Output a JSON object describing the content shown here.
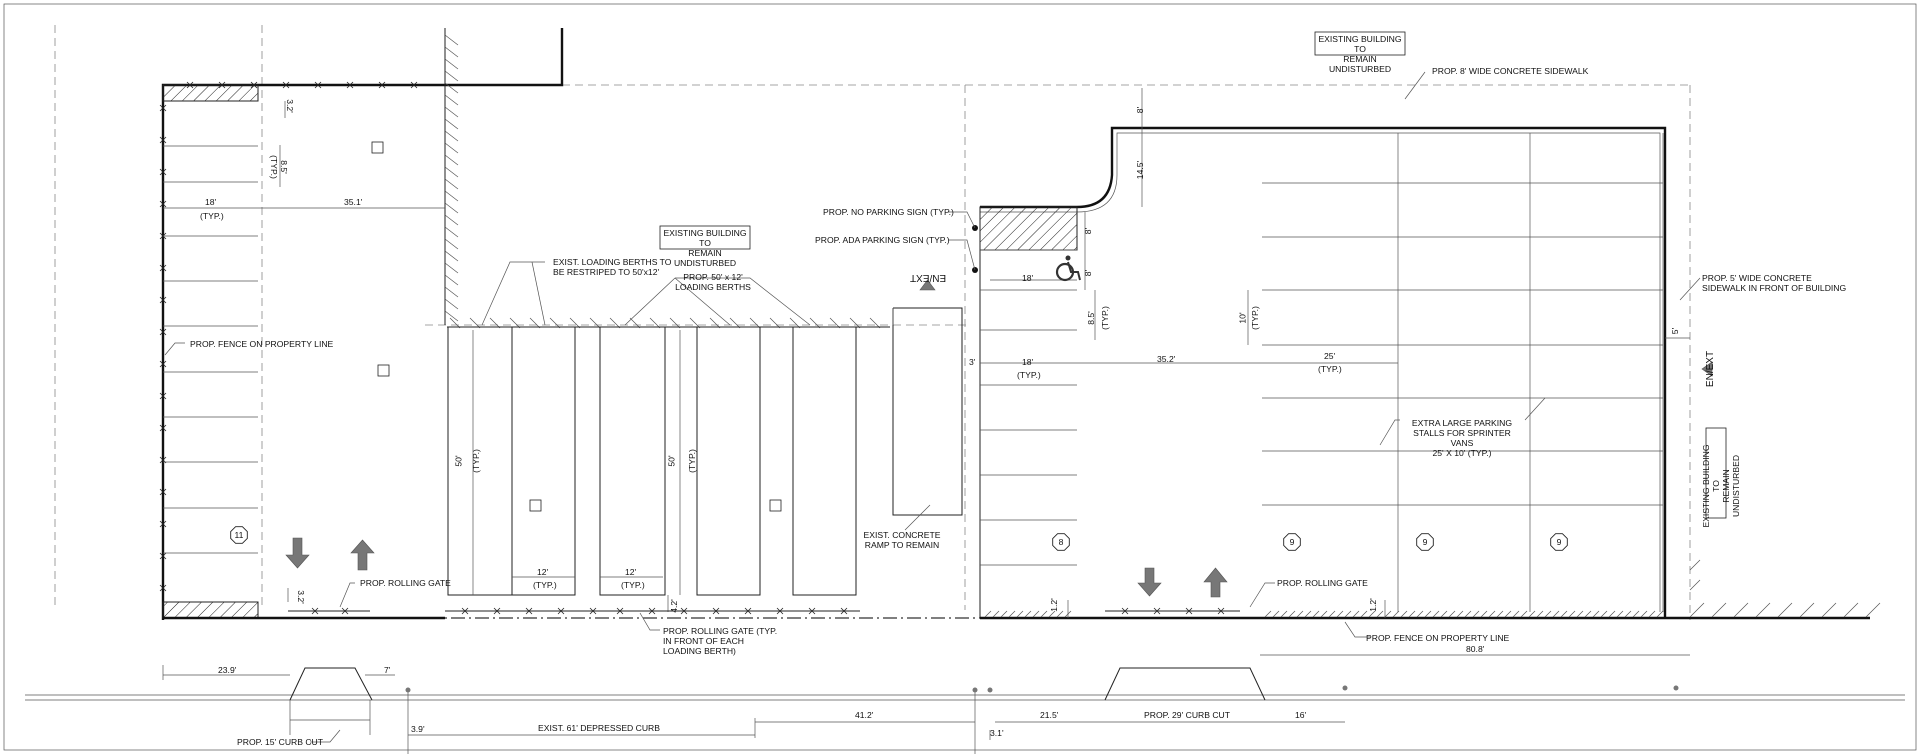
{
  "labels": {
    "existing_building_top": [
      "EXISTING BUILDING TO",
      "REMAIN UNDISTURBED"
    ],
    "existing_building_mid": [
      "EXISTING BUILDING TO",
      "REMAIN UNDISTURBED"
    ],
    "existing_building_right": [
      "EXISTING BUILDING TO",
      "REMAIN UNDISTURBED"
    ],
    "sidewalk_8ft": "PROP. 8' WIDE CONCRETE SIDEWALK",
    "sidewalk_5ft": [
      "PROP. 5' WIDE CONCRETE",
      "SIDEWALK IN FRONT OF BUILDING"
    ],
    "no_parking_sign": "PROP. NO PARKING SIGN (TYP.)",
    "ada_parking_sign": "PROP. ADA PARKING SIGN (TYP.)",
    "exist_loading_berths": [
      "EXIST. LOADING BERTHS TO",
      "BE RESTRIPED TO 50'x12'"
    ],
    "prop_loading_berths": [
      "PROP. 50' x 12'",
      "LOADING BERTHS"
    ],
    "fence_property_line_left": "PROP. FENCE ON PROPERTY LINE",
    "fence_property_line_bottom": "PROP. FENCE ON PROPERTY LINE",
    "rolling_gate_left": "PROP. ROLLING GATE",
    "rolling_gate_right": "PROP. ROLLING GATE",
    "rolling_gate_berth": [
      "PROP. ROLLING GATE (TYP.",
      "IN FRONT OF EACH",
      "LOADING BERTH)"
    ],
    "exist_concrete_ramp": [
      "EXIST. CONCRETE",
      "RAMP TO REMAIN"
    ],
    "extra_large_stalls": [
      "EXTRA LARGE PARKING",
      "STALLS FOR SPRINTER VANS",
      "25' X 10' (TYP.)"
    ],
    "curb_cut_15": "PROP. 15' CURB CUT",
    "curb_cut_29": "PROP. 29' CURB CUT",
    "depressed_curb": "EXIST. 61' DEPRESSED CURB",
    "enter_exit": "EN/EXT"
  },
  "dimensions": {
    "d_3_2_top": "3.2'",
    "d_8_5": "8.5'",
    "d_typ": "(TYP.)",
    "d_18": "18'",
    "d_35_1": "35.1'",
    "d_3_2_bottom": "3.2'",
    "d_50": "50'",
    "d_12": "12'",
    "d_4_2": "4.2'",
    "d_3": "3'",
    "d_8": "8'",
    "d_14_5": "14.5'",
    "d_35_2": "35.2'",
    "d_10": "10'",
    "d_25": "25'",
    "d_5": "5'",
    "d_1_2": "1.2'",
    "d_23_9": "23.9'",
    "d_7": "7'",
    "d_3_9": "3.9'",
    "d_41_2": "41.2'",
    "d_21_5": "21.5'",
    "d_16": "16'",
    "d_3_1": "3.1'",
    "d_80_8": "80.8'"
  },
  "stall_counts": {
    "left_lot": "11",
    "center": "8",
    "right_a": "9",
    "right_b": "9",
    "right_c": "9"
  }
}
